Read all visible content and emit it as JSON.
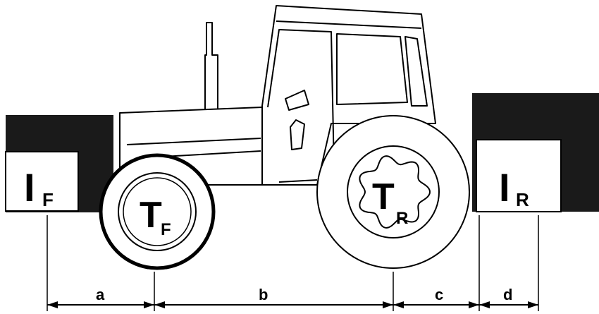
{
  "front_ballast": {
    "symbol": "I",
    "subscript": "F"
  },
  "rear_ballast": {
    "symbol": "I",
    "subscript": "R"
  },
  "front_tyre": {
    "symbol": "T",
    "subscript": "F"
  },
  "rear_tyre": {
    "symbol": "T",
    "subscript": "R"
  },
  "dimensions": {
    "a": "a",
    "b": "b",
    "c": "c",
    "d": "d"
  },
  "colors": {
    "ink": "#000000",
    "ballast_fill": "#1a1a1a",
    "paper": "#ffffff"
  }
}
